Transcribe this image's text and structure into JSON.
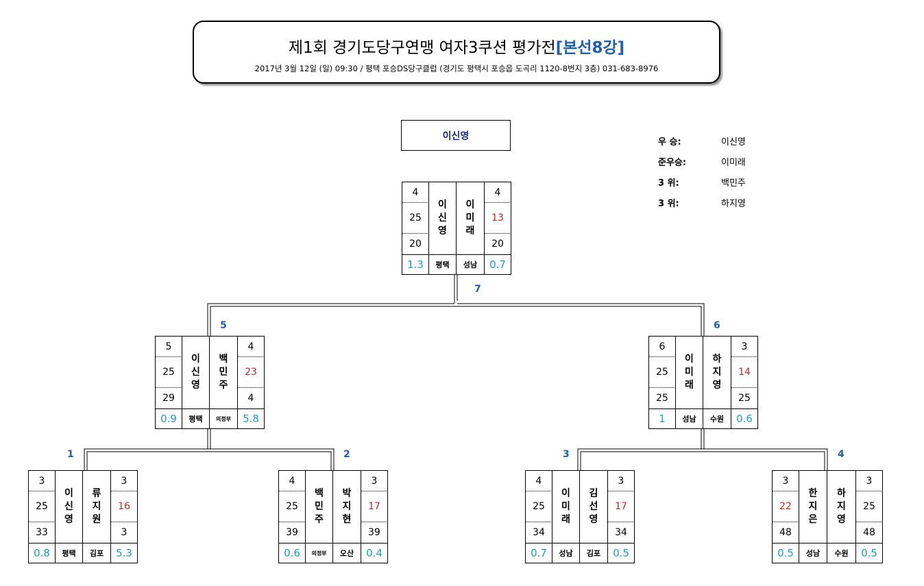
{
  "header": {
    "title_main": "제1회 경기도당구연맹 여자3쿠션 평가전",
    "title_highlight": "[본선8강]",
    "subtitle": "2017년 3월 12일 (일) 09:30 /  평택 포승DS당구클럽 (경기도 평택시 포승읍 도곡리 1120-8번지 3층) 031-683-8976"
  },
  "champion": "이신영",
  "results": [
    {
      "label": "우   승:",
      "name": "이신영"
    },
    {
      "label": "준우승:",
      "name": "이미래"
    },
    {
      "label": "3   위:",
      "name": "백민주"
    },
    {
      "label": "3   위:",
      "name": "하지영"
    }
  ],
  "matches": [
    {
      "num": "1",
      "left": {
        "name": "이신영",
        "club": "평택",
        "nums": [
          "3",
          "25",
          "33"
        ],
        "avg": "0.8"
      },
      "right": {
        "name": "류지원",
        "club": "김포",
        "nums": [
          "3",
          "16",
          "3"
        ],
        "avg": "5.3"
      }
    },
    {
      "num": "2",
      "left": {
        "name": "백민주",
        "club": "의정부",
        "nums": [
          "4",
          "25",
          "39"
        ],
        "avg": "0.6"
      },
      "right": {
        "name": "박지현",
        "club": "오산",
        "nums": [
          "3",
          "17",
          "39"
        ],
        "avg": "0.4"
      }
    },
    {
      "num": "3",
      "left": {
        "name": "이미래",
        "club": "성남",
        "nums": [
          "4",
          "25",
          "34"
        ],
        "avg": "0.7"
      },
      "right": {
        "name": "김선영",
        "club": "김포",
        "nums": [
          "3",
          "17",
          "34"
        ],
        "avg": "0.5"
      }
    },
    {
      "num": "4",
      "left": {
        "name": "한지은",
        "club": "성남",
        "nums": [
          "3",
          "22",
          "48"
        ],
        "avg": "0.5"
      },
      "right": {
        "name": "하지영",
        "club": "수원",
        "nums": [
          "3",
          "25",
          "48"
        ],
        "avg": "0.5"
      }
    },
    {
      "num": "5",
      "left": {
        "name": "이신영",
        "club": "평택",
        "nums": [
          "5",
          "25",
          "29"
        ],
        "avg": "0.9"
      },
      "right": {
        "name": "백민주",
        "club": "의정부",
        "nums": [
          "4",
          "23",
          "4"
        ],
        "avg": "5.8"
      }
    },
    {
      "num": "6",
      "left": {
        "name": "이미래",
        "club": "성남",
        "nums": [
          "6",
          "25",
          "25"
        ],
        "avg": "1"
      },
      "right": {
        "name": "하지영",
        "club": "수원",
        "nums": [
          "3",
          "14",
          "25"
        ],
        "avg": "0.6"
      }
    },
    {
      "num": "7",
      "left": {
        "name": "이신영",
        "club": "평택",
        "nums": [
          "4",
          "25",
          "20"
        ],
        "avg": "1.3"
      },
      "right": {
        "name": "이미래",
        "club": "성남",
        "nums": [
          "4",
          "13",
          "20"
        ],
        "avg": "0.7"
      }
    }
  ],
  "colors": {
    "avg": "#1aa0c8",
    "loser_score": "#c62828",
    "title_highlight": "#1f5fae",
    "match_number": "#1f5fae"
  }
}
